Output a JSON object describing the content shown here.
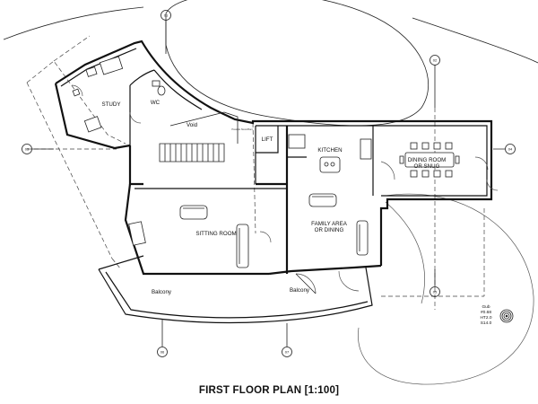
{
  "title": "FIRST FLOOR PLAN [1:100]",
  "rooms": {
    "study": "STUDY",
    "wc": "WC",
    "void": "Void",
    "possible_store": "Possible Store/Plant",
    "lift": "LIFT",
    "kitchen": "KITCHEN",
    "dining_line1": "DINING ROOM",
    "dining_line2": "OR SNUG",
    "sitting_room": "SITTING ROOM",
    "family_line1": "FAMILY AREA",
    "family_line2": "OR DINING",
    "balcony_left": "Balcony",
    "balcony_right": "Balcony"
  },
  "grid_markers": [
    "01",
    "02",
    "03",
    "04",
    "05",
    "06",
    "07"
  ],
  "section_symbol": {
    "line1": "Gub",
    "line2": "#0.68",
    "line3": "HT2.0",
    "line4": "S14.0"
  }
}
